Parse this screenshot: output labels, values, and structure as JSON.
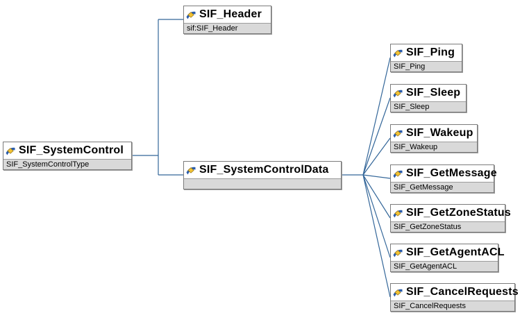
{
  "nodes": {
    "root": {
      "title": "SIF_SystemControl",
      "subtitle": "SIF_SystemControlType"
    },
    "header": {
      "title": "SIF_Header",
      "subtitle": "sif:SIF_Header"
    },
    "control_data": {
      "title": "SIF_SystemControlData",
      "subtitle": ""
    },
    "children": [
      {
        "title": "SIF_Ping",
        "subtitle": "SIF_Ping"
      },
      {
        "title": "SIF_Sleep",
        "subtitle": "SIF_Sleep"
      },
      {
        "title": "SIF_Wakeup",
        "subtitle": "SIF_Wakeup"
      },
      {
        "title": "SIF_GetMessage",
        "subtitle": "SIF_GetMessage"
      },
      {
        "title": "SIF_GetZoneStatus",
        "subtitle": "SIF_GetZoneStatus"
      },
      {
        "title": "SIF_GetAgentACL",
        "subtitle": "SIF_GetAgentACL"
      },
      {
        "title": "SIF_CancelRequests",
        "subtitle": "SIF_CancelRequests"
      }
    ]
  },
  "icons": {
    "element": "element-icon (blue swoosh with yellow diamond)"
  },
  "colors": {
    "connector": "#336699",
    "node_border": "#7b7b7b",
    "title_bg": "#ffffff",
    "subtitle_bg": "#d9d9d9",
    "icon_blue": "#2a5caa",
    "icon_yellow": "#f2c233"
  }
}
